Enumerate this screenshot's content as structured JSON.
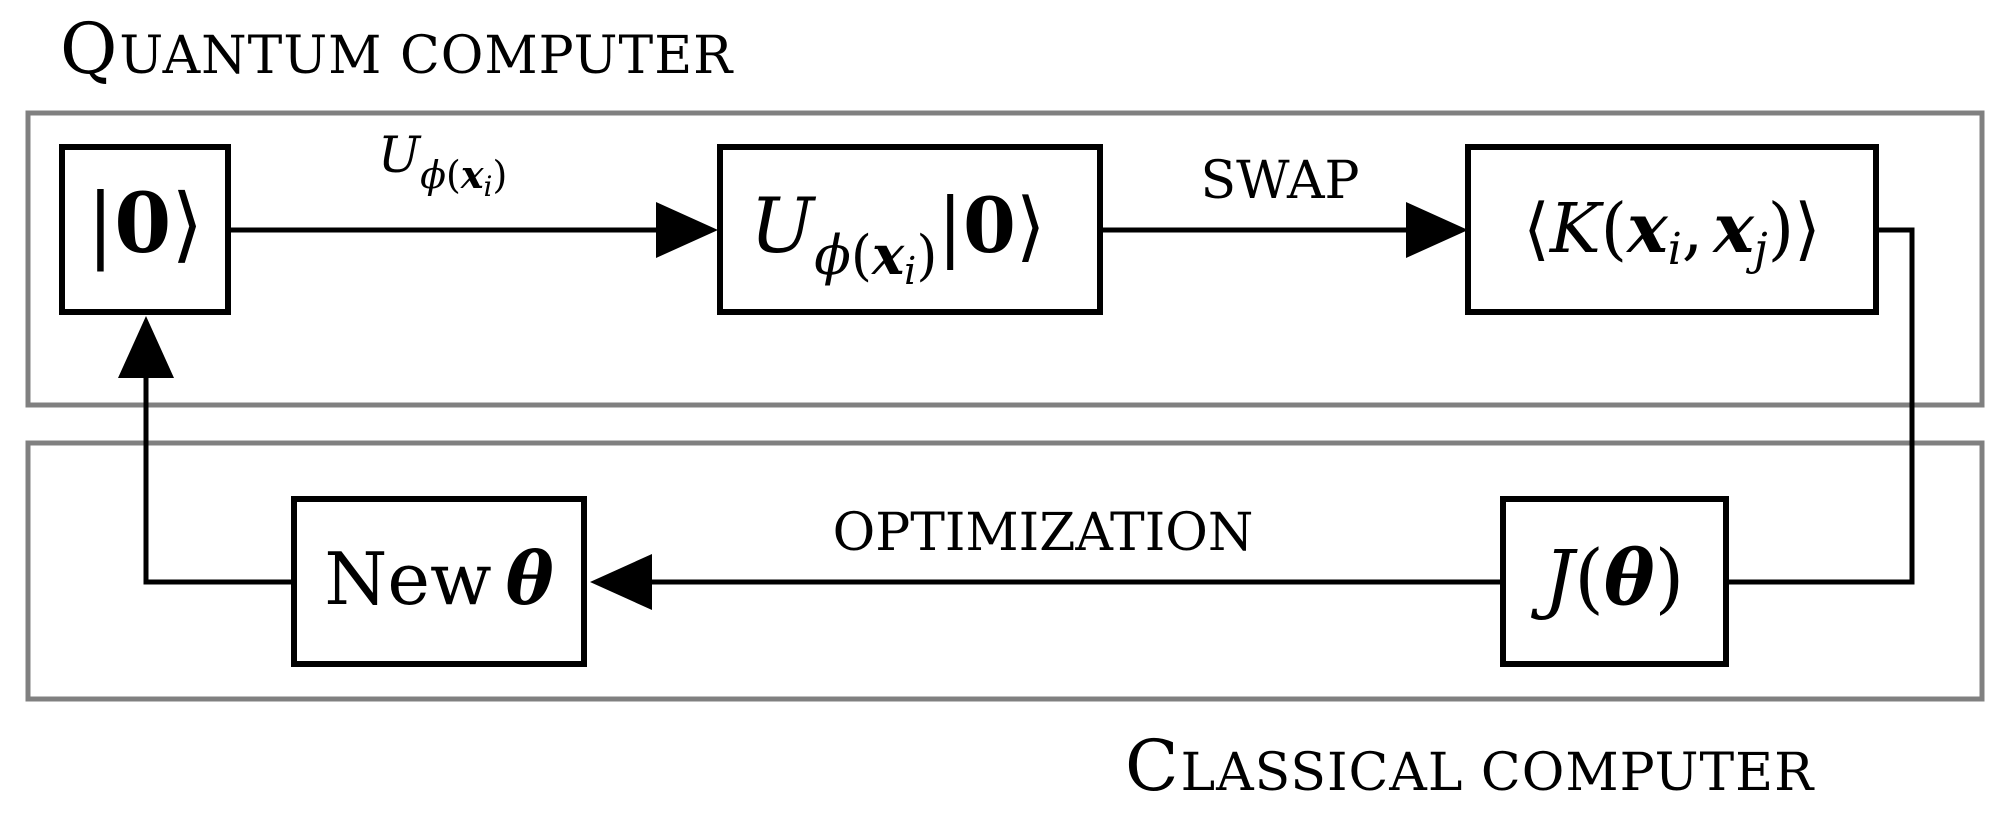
{
  "panels": {
    "quantum": {
      "title_initial": "Q",
      "title_rest": "uantum computer"
    },
    "classical": {
      "title_initial": "C",
      "title_rest": "lassical computer"
    }
  },
  "boxes": {
    "zero_ket": {
      "bar": "|",
      "symbol": "0",
      "angle": "⟩"
    },
    "encoded_state": {
      "U": "U",
      "phi": "ϕ",
      "x": "x",
      "sub_i": "i",
      "ket_bar": "|",
      "zero": "0",
      "angle": "⟩"
    },
    "kernel": {
      "lang": "⟨",
      "K": "K",
      "x": "x",
      "i": "i",
      "comma": ",",
      "j": "j",
      "rang": "⟩"
    },
    "cost": {
      "J": "J",
      "theta": "θ"
    },
    "new_theta": {
      "word": "New",
      "theta": "θ"
    }
  },
  "edges": {
    "encode": {
      "U": "U",
      "phi": "ϕ",
      "x": "x",
      "i": "i"
    },
    "swap": {
      "label": "SWAP"
    },
    "optimization": {
      "label": "OPTIMIZATION"
    }
  },
  "colors": {
    "panel_border": "#808080",
    "box_border": "#000000"
  }
}
